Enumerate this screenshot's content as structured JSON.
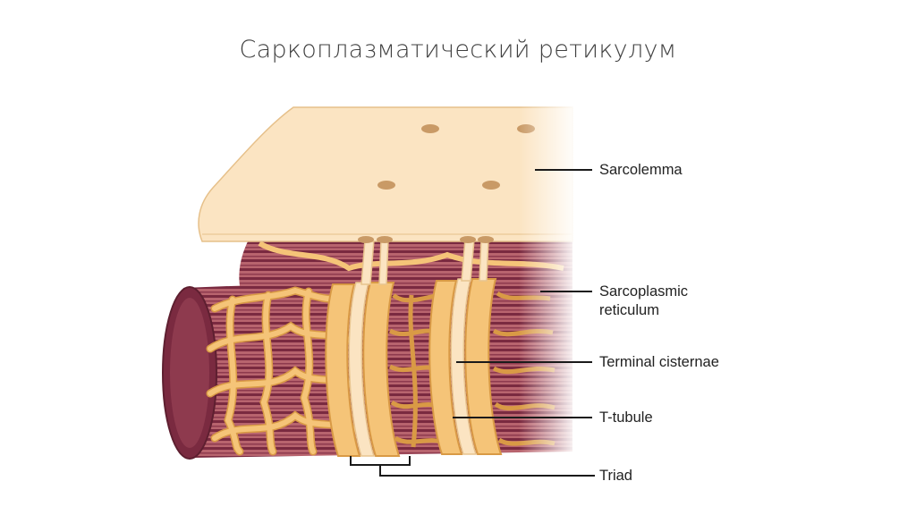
{
  "title": "Саркоплазматический ретикулум",
  "labels": {
    "sarcolemma": "Sarcolemma",
    "sarcoplasmic_reticulum_line1": "Sarcoplasmic",
    "sarcoplasmic_reticulum_line2": "reticulum",
    "terminal_cisternae": "Terminal cisternae",
    "t_tubule": "T-tubule",
    "triad": "Triad"
  },
  "colors": {
    "sarcolemma_fill": "#fbe4c2",
    "reticulum_fill": "#f5c478",
    "reticulum_stroke": "#d99a45",
    "myofibril_dark": "#7a2a40",
    "myofibril_mid": "#b8646e",
    "leader_line": "#1a1a1a"
  }
}
